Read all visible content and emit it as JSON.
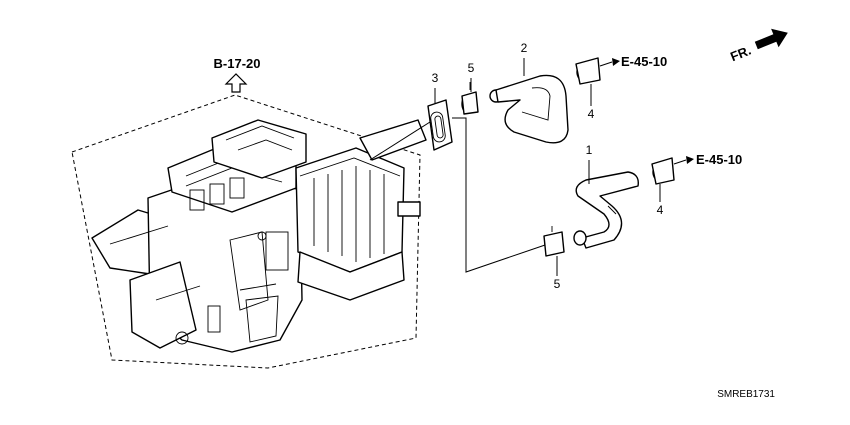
{
  "refs": {
    "heater_unit": "B-17-20",
    "upper_connection": "E-45-10",
    "lower_connection": "E-45-10"
  },
  "front_indicator": "FR.",
  "callouts": {
    "item_1": "1",
    "item_2": "2",
    "item_3": "3",
    "item_4_upper": "4",
    "item_4_lower": "4",
    "item_5_upper": "5",
    "item_5_lower": "5"
  },
  "diagram_code": "SMREB1731"
}
